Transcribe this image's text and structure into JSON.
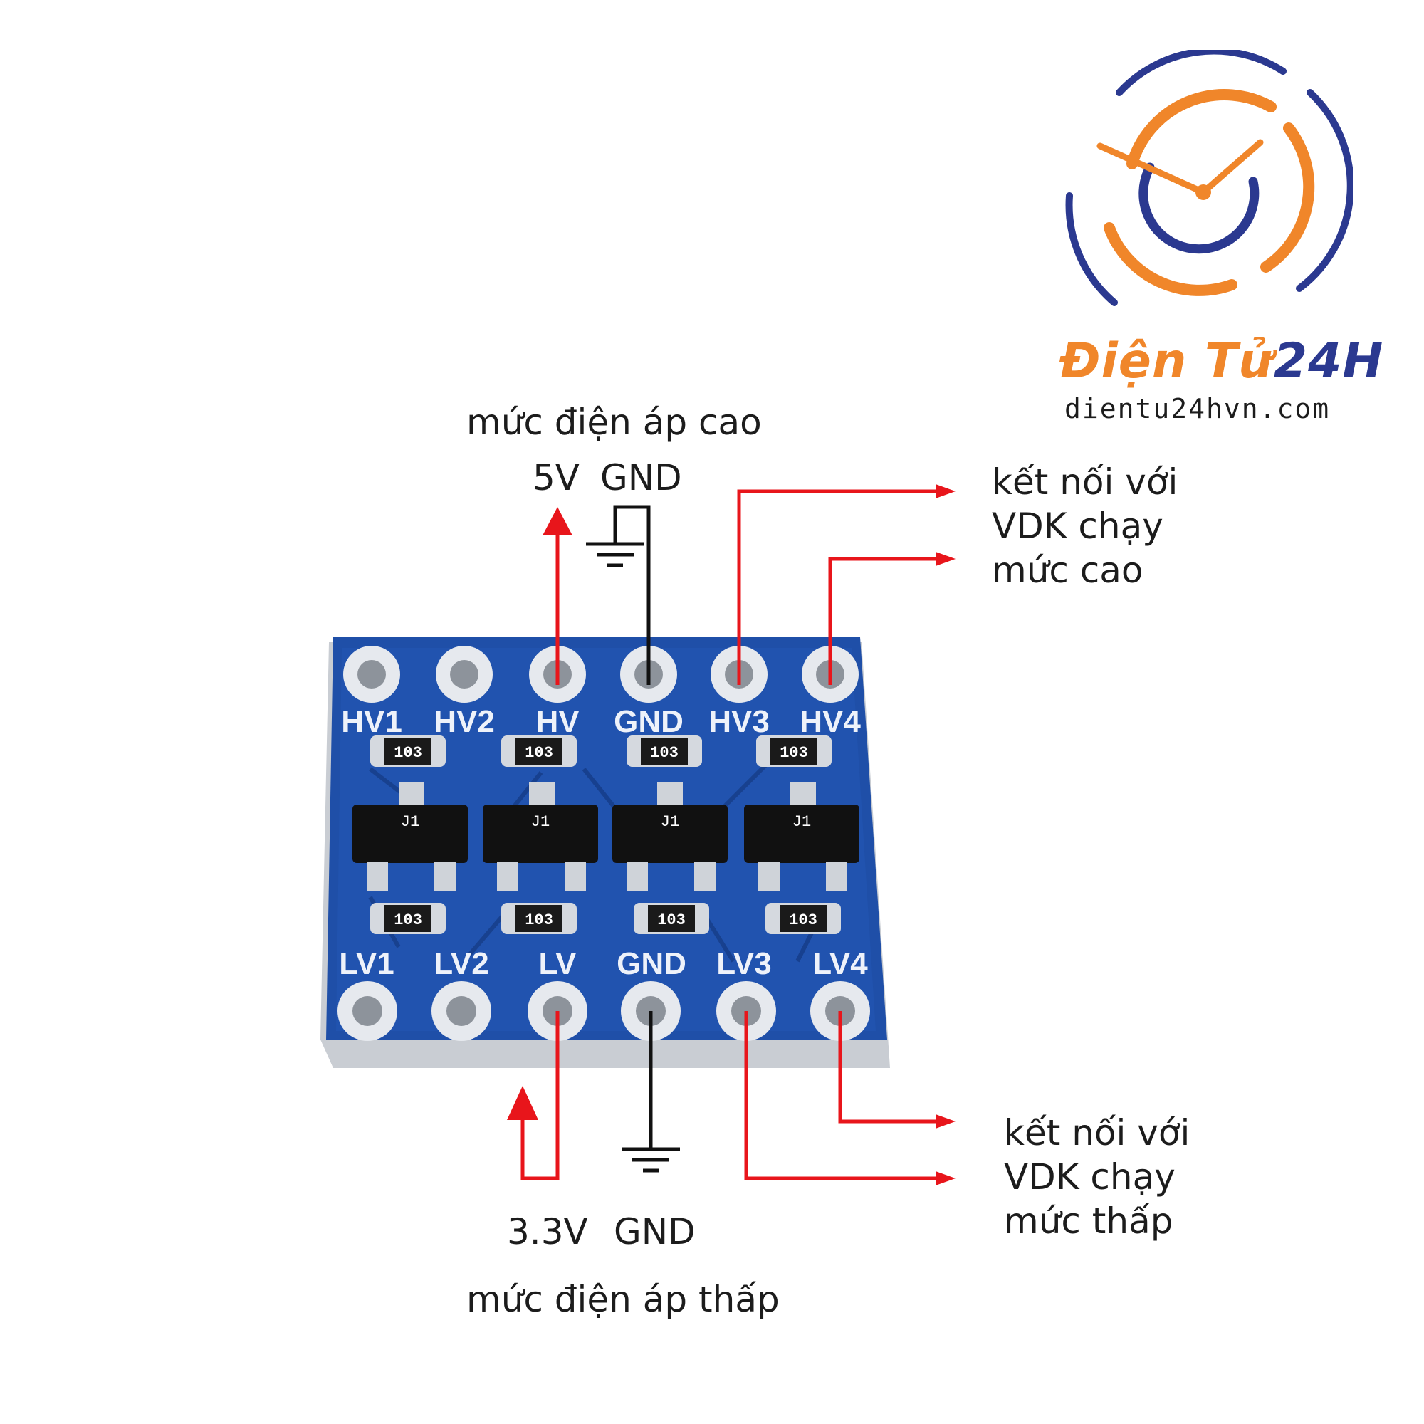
{
  "brand": {
    "name_part1": "Điện Tử",
    "name_part2": "24H",
    "website": "dientu24hvn.com",
    "colors": {
      "orange": "#f0862a",
      "navy": "#2b3990"
    }
  },
  "labels": {
    "high_voltage_title": "mức điện áp cao",
    "high_5v": "5V",
    "high_gnd": "GND",
    "high_side_note": [
      "kết nối với",
      "VDK chạy",
      "mức cao"
    ],
    "low_side_note": [
      "kết nối với",
      "VDK chạy",
      "mức thấp"
    ],
    "low_3v3": "3.3V",
    "low_gnd": "GND",
    "low_voltage_title": "mức điện áp thấp"
  },
  "board": {
    "top_pins": [
      "HV1",
      "HV2",
      "HV",
      "GND",
      "HV3",
      "HV4"
    ],
    "bottom_pins": [
      "LV1",
      "LV2",
      "LV",
      "GND",
      "LV3",
      "LV4"
    ],
    "resistor_code": "103",
    "transistor_code": "J1",
    "colors": {
      "pcb": "#1f4fa8",
      "silk": "#eef2fa",
      "arrow": "#e8151b"
    }
  }
}
